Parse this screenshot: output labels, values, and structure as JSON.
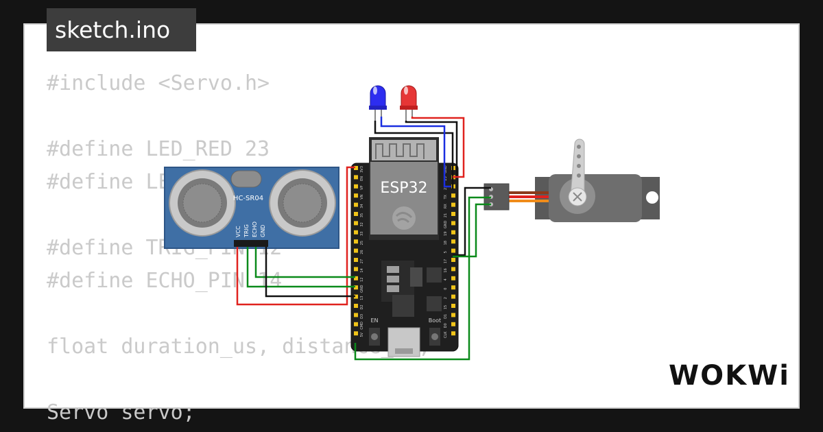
{
  "tab": {
    "filename": "sketch.ino"
  },
  "code_lines": [
    "#include <Servo.h>",
    "",
    "#define LED_RED 23",
    "#define LED_BLUE 22",
    "",
    "#define TRIG_PIN 12",
    "#define ECHO_PIN 14",
    "",
    "float duration_us, distance_cm;",
    "",
    "Servo servo;"
  ],
  "sensor": {
    "model": "HC-SR04",
    "pins": [
      "VCC",
      "TRIG",
      "ECHO",
      "GND"
    ]
  },
  "mcu": {
    "label": "ESP32",
    "left_pins": [
      "3V3",
      "EN",
      "VP",
      "VN",
      "34",
      "35",
      "32",
      "33",
      "25",
      "26",
      "27",
      "14",
      "12",
      "GND",
      "13",
      "D2",
      "D3",
      "CMD",
      "5V"
    ],
    "right_pins": [
      "GND",
      "23",
      "22",
      "TX",
      "RX",
      "21",
      "GND",
      "19",
      "18",
      "5",
      "17",
      "16",
      "4",
      "0",
      "2",
      "15",
      "D1",
      "D0",
      "CLK"
    ],
    "buttons": {
      "en": "EN",
      "boot": "Boot"
    }
  },
  "leds": [
    {
      "color": "blue"
    },
    {
      "color": "red"
    }
  ],
  "brand": "WOKWi",
  "colors": {
    "background": "#141414",
    "card": "#ffffff",
    "code_text": "#cacaca",
    "tab_bg": "#3d3d3d",
    "wire_red": "#e0221e",
    "wire_green": "#0a8a1a",
    "wire_blue": "#1a2ee0",
    "wire_black": "#111111"
  }
}
